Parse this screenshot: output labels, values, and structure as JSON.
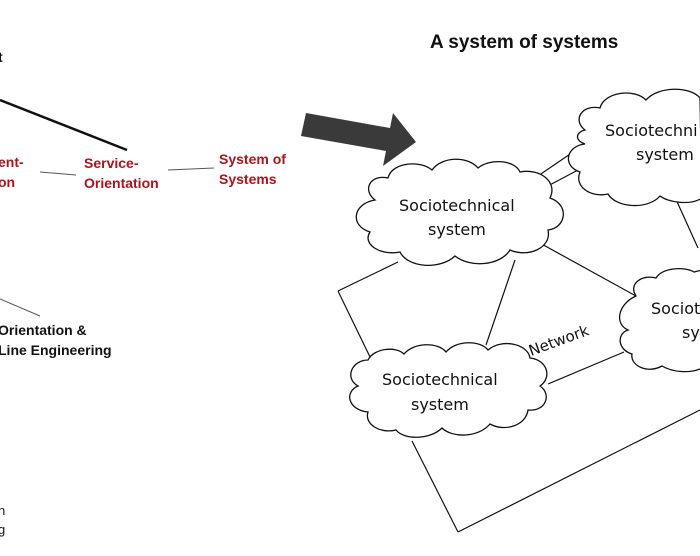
{
  "left_panel": {
    "top_fragment": "t",
    "red_nodes": [
      {
        "line1": "ent-",
        "line2": "on"
      },
      {
        "line1": "Service-",
        "line2": "Orientation"
      },
      {
        "line1": "System of",
        "line2": "Systems"
      }
    ],
    "black_node": {
      "line1": "Orientation &",
      "line2": "Line Engineering"
    },
    "bottom_fragment": {
      "line1": "n",
      "line2": "g"
    },
    "colors": {
      "red_text": "#b0121b",
      "black_text": "#111111"
    }
  },
  "arrow": {
    "color": "#3a3a3a",
    "direction": "right"
  },
  "right_panel": {
    "title": "A system of systems",
    "network_label": "Network",
    "clouds": [
      {
        "line1": "Sociotechnical",
        "line2": "system"
      },
      {
        "line1": "Sociotechni",
        "line2": "system"
      },
      {
        "line1": "Sociot",
        "line2": "sy"
      },
      {
        "line1": "Sociotechnical",
        "line2": "system"
      }
    ]
  }
}
